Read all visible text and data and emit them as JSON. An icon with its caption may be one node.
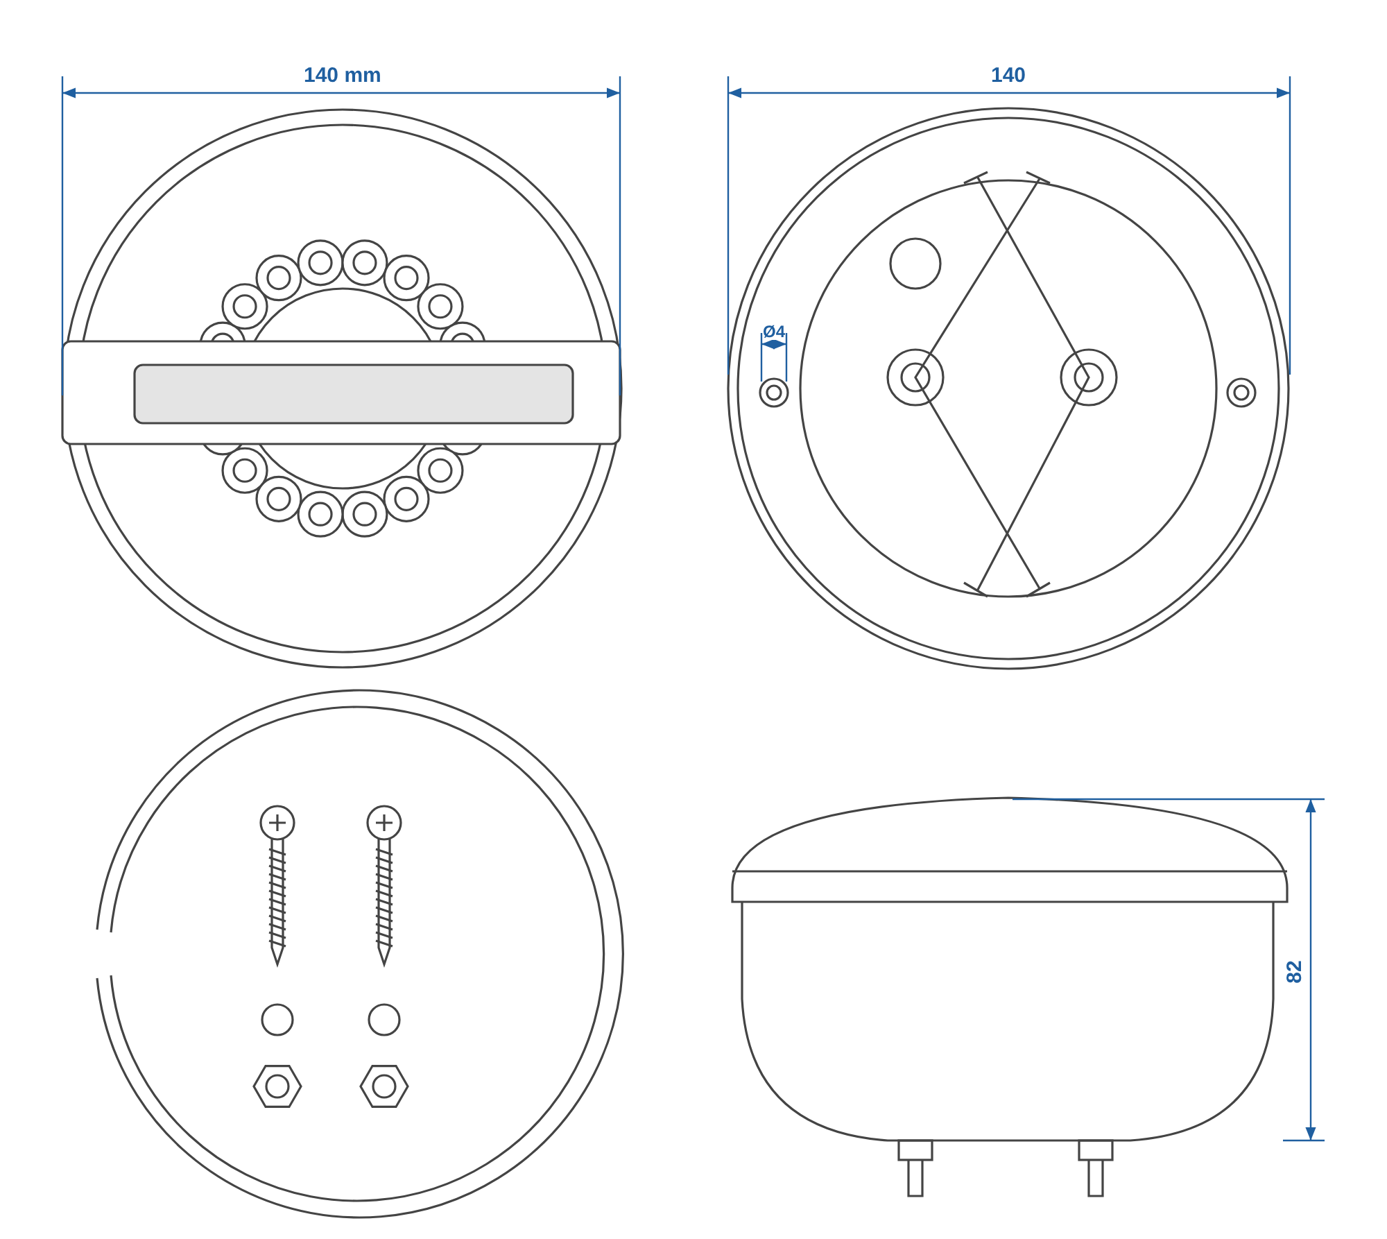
{
  "diagram": {
    "labels": [
      "140 mm",
      "140",
      "Ø4",
      "82"
    ]
  }
}
